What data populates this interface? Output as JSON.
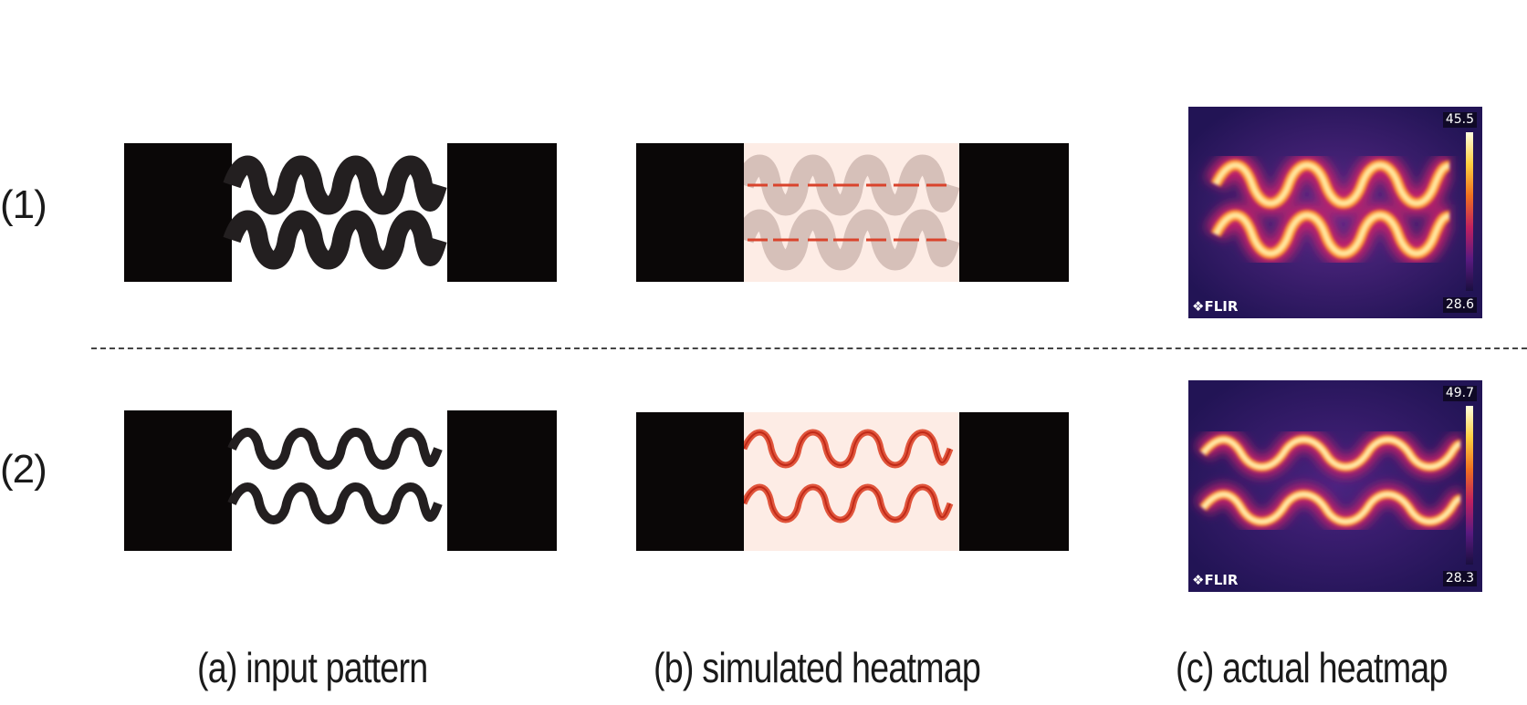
{
  "rows": [
    {
      "label": "(1)",
      "thermal": {
        "max": "45.5",
        "min": "28.6",
        "brand": "FLIR"
      }
    },
    {
      "label": "(2)",
      "thermal": {
        "max": "49.7",
        "min": "28.3",
        "brand": "FLIR"
      }
    }
  ],
  "captions": {
    "a": "(a) input pattern",
    "b": "(b) simulated heatmap",
    "c": "(c) actual heatmap"
  },
  "colors": {
    "electrode": "#0a0707",
    "trace": "#231f20",
    "sim_bg": "#fdece5",
    "sim_halo": "#cfb8b2",
    "sim_hot": "#d9432c",
    "thermal_bg": "#281664",
    "thermal_hot": "#ffe9a0"
  }
}
